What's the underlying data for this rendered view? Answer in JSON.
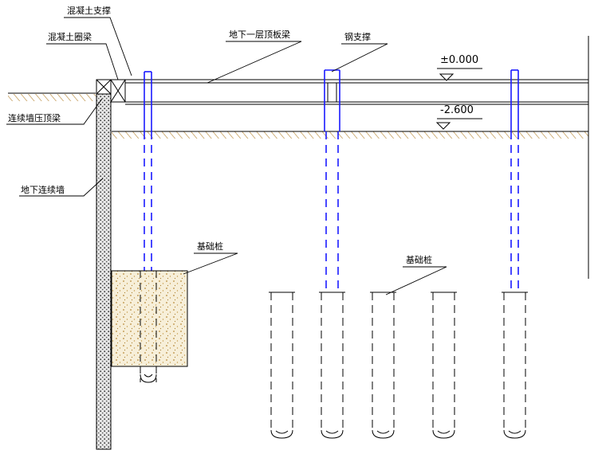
{
  "labels": {
    "concrete_strut": "混凝土支撑",
    "concrete_ring_beam": "混凝土圈梁",
    "diaphragm_cap_beam": "连续墙压顶梁",
    "diaphragm_wall": "地下连续墙",
    "basement_roof_beam": "地下一层顶板梁",
    "steel_strut": "钢支撑",
    "foundation_pile_left": "基础桩",
    "foundation_pile_mid": "基础桩"
  },
  "elevations": {
    "top": "±0.000",
    "bottom": "-2.600"
  },
  "colors": {
    "line": "#000000",
    "column": "#1a1aff",
    "soil": "#b8893a"
  }
}
